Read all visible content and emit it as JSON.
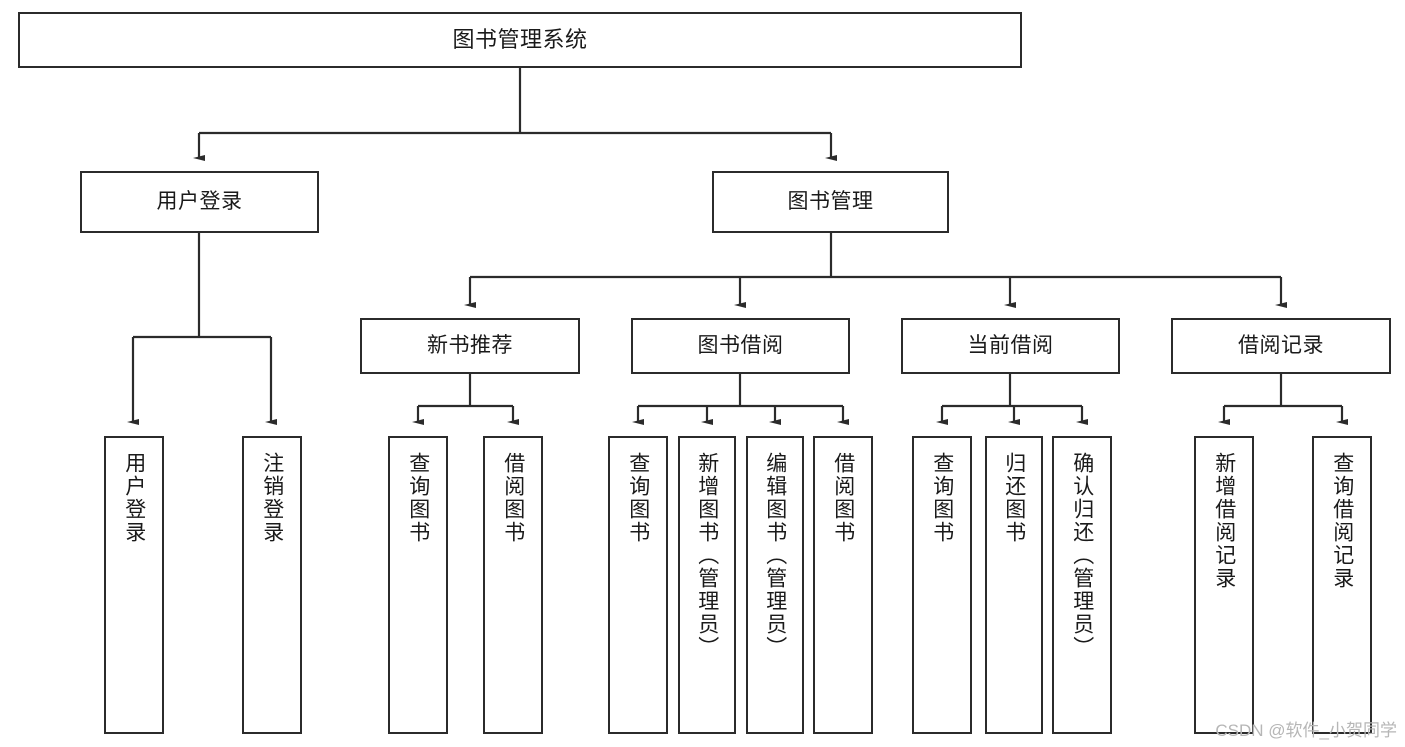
{
  "diagram": {
    "title": "图书管理系统",
    "type": "tree",
    "watermark": "CSDN @软件_小贺同学",
    "colors": {
      "stroke": "#2b2b2b",
      "fill": "#ffffff",
      "text": "#1a1a1a",
      "watermark": "#b6b6b6"
    },
    "nodes": {
      "root": {
        "label": "图书管理系统"
      },
      "level2": [
        {
          "label": "用户登录"
        },
        {
          "label": "图书管理"
        }
      ],
      "level3": [
        {
          "label": "新书推荐"
        },
        {
          "label": "图书借阅"
        },
        {
          "label": "当前借阅"
        },
        {
          "label": "借阅记录"
        }
      ],
      "leaves": {
        "user_login": [
          {
            "label": "用户登录"
          },
          {
            "label": "注销登录"
          }
        ],
        "new_book_recommend": [
          {
            "label": "查询图书"
          },
          {
            "label": "借阅图书"
          }
        ],
        "book_borrow": [
          {
            "label": "查询图书"
          },
          {
            "label": "新增图书（管理员）"
          },
          {
            "label": "编辑图书（管理员）"
          },
          {
            "label": "借阅图书"
          }
        ],
        "current_borrow": [
          {
            "label": "查询图书"
          },
          {
            "label": "归还图书"
          },
          {
            "label": "确认归还（管理员）"
          }
        ],
        "borrow_record": [
          {
            "label": "新增借阅记录"
          },
          {
            "label": "查询借阅记录"
          }
        ]
      }
    }
  }
}
